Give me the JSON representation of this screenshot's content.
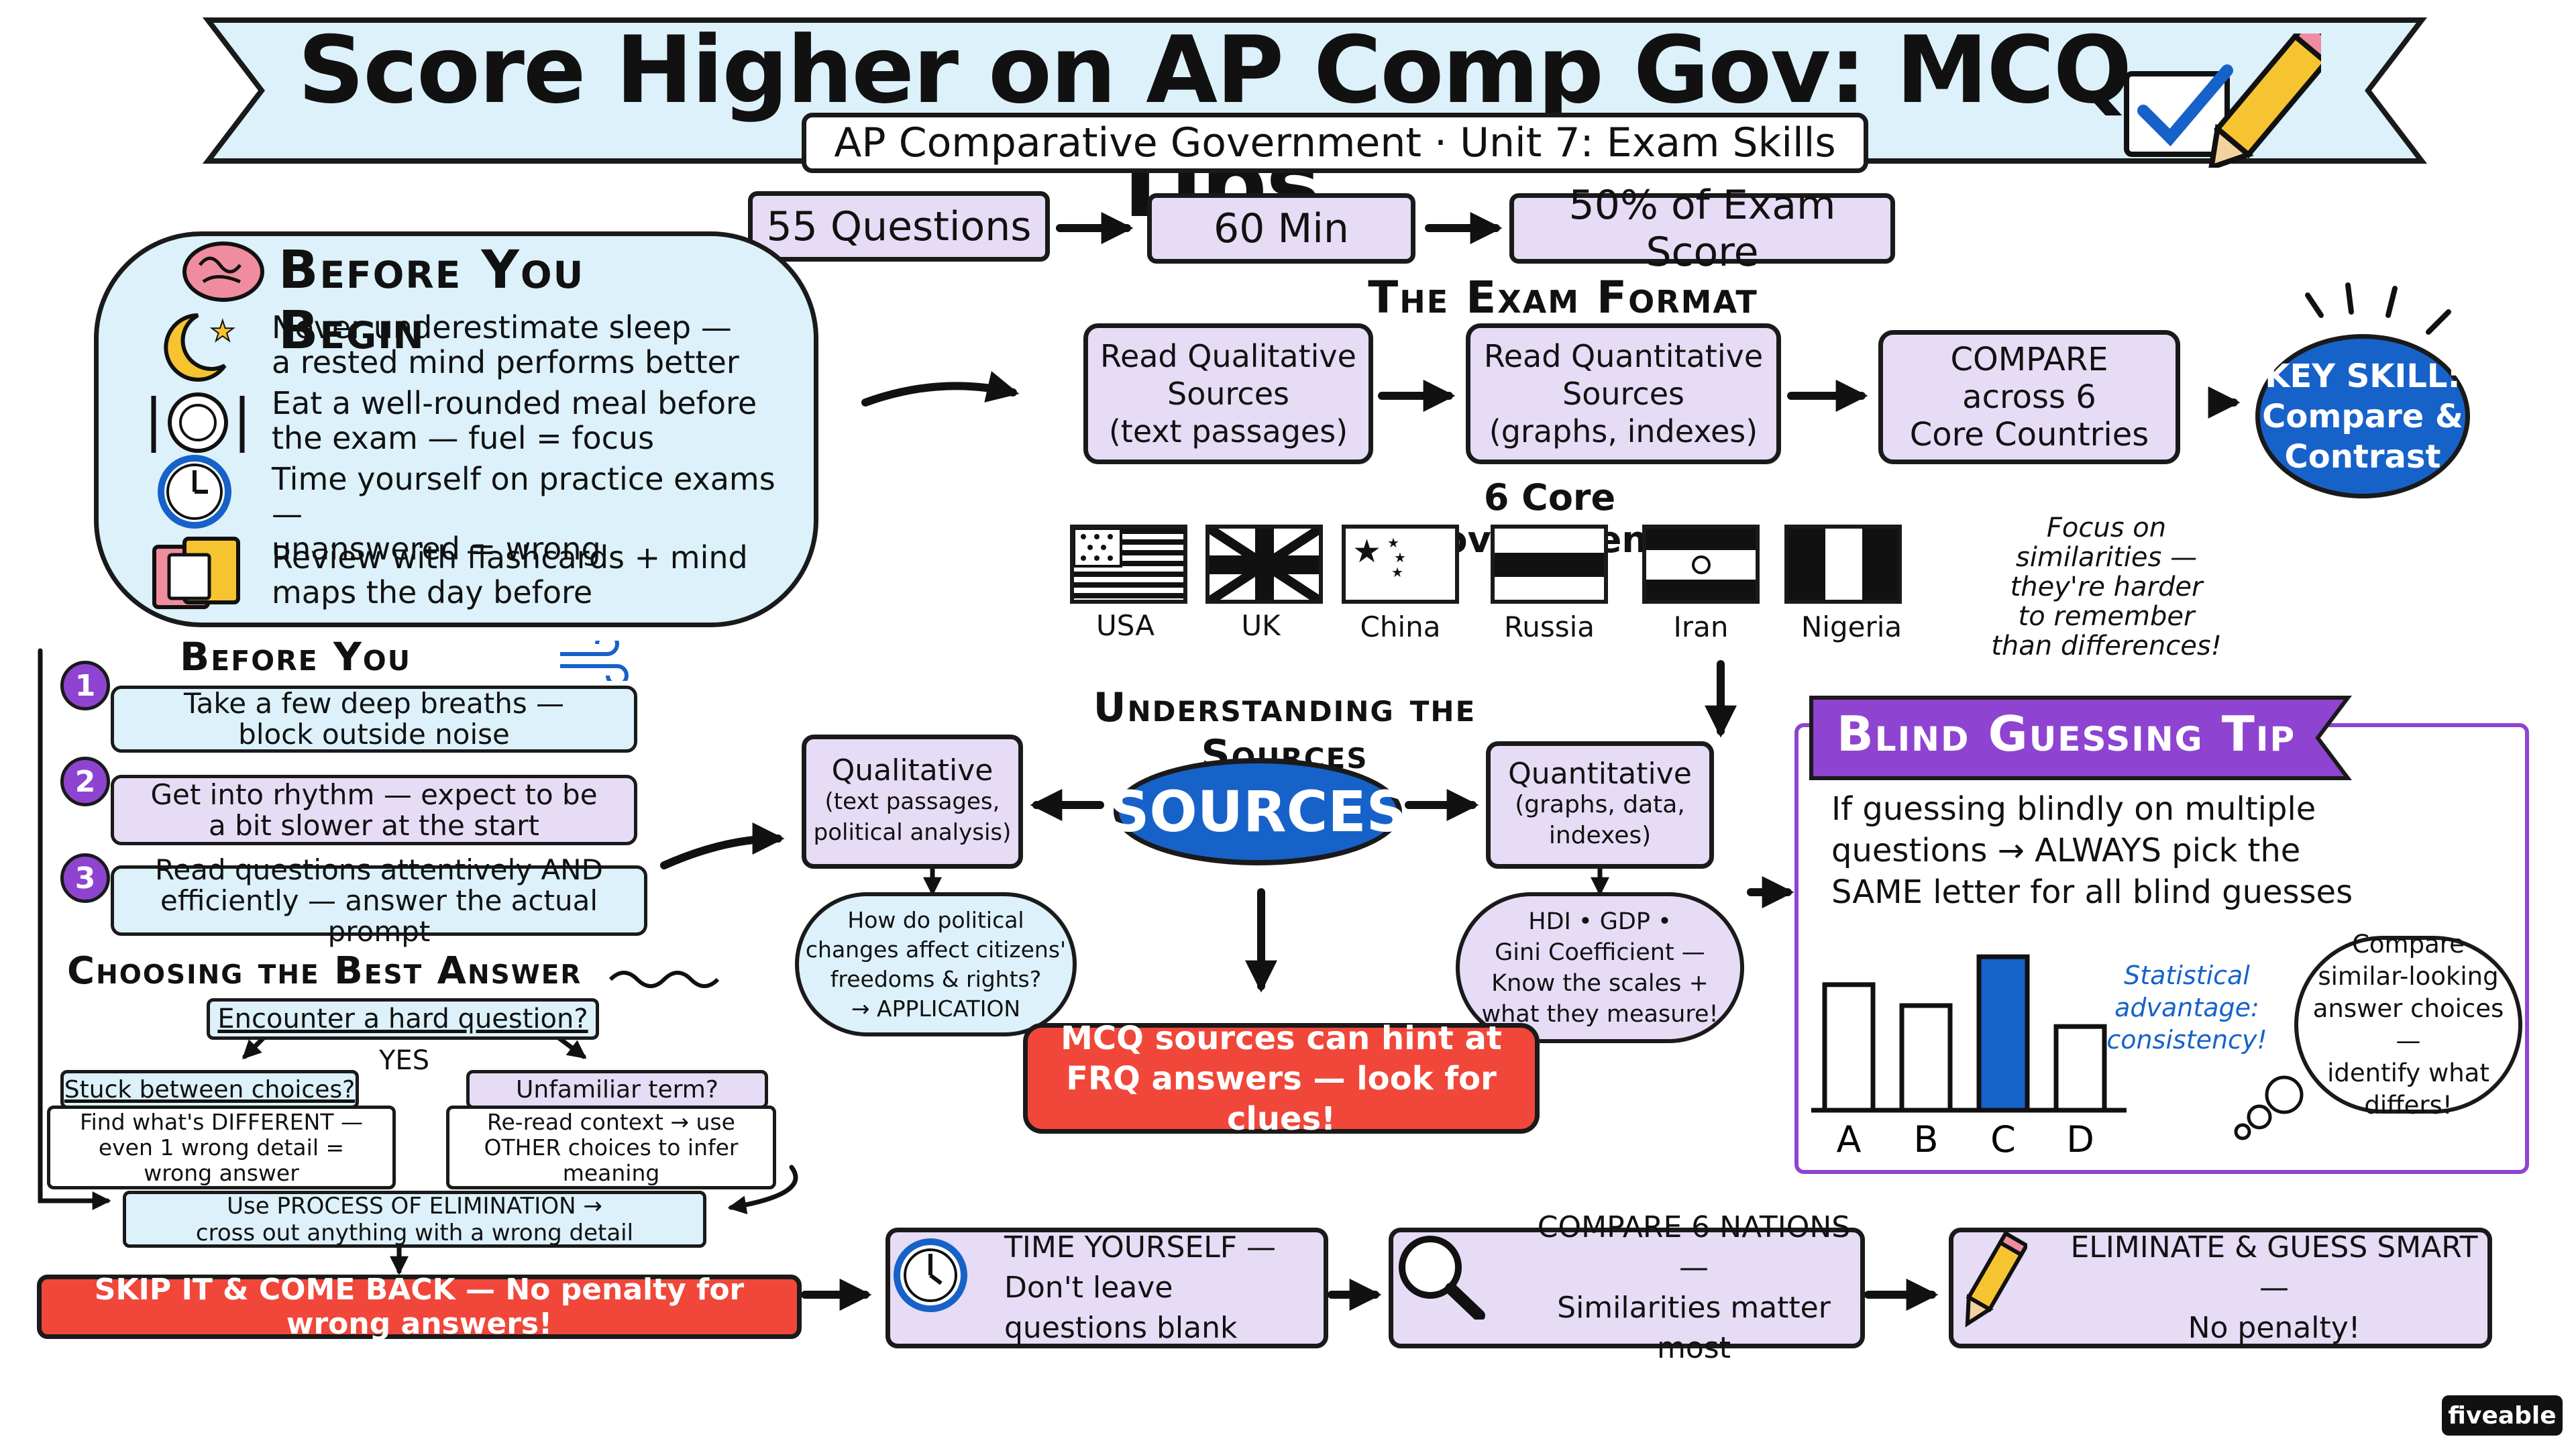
{
  "header": {
    "title": "Score Higher on AP Comp Gov: MCQ Tips",
    "subtitle": "AP Comparative Government · Unit 7: Exam Skills"
  },
  "stats": [
    "55 Questions",
    "60 Min",
    "50% of Exam Score"
  ],
  "before_begin": {
    "heading": "Before You Begin",
    "items": [
      {
        "icon": "moon-star-icon",
        "lines": [
          "Never underestimate sleep —",
          "a rested mind performs better"
        ]
      },
      {
        "icon": "plate-utensils-icon",
        "lines": [
          "Eat a well-rounded meal before",
          "the exam — fuel = focus"
        ]
      },
      {
        "icon": "clock-icon",
        "lines": [
          "Time yourself on practice exams —",
          "unanswered = wrong"
        ]
      },
      {
        "icon": "flashcards-icon",
        "lines": [
          "Review with flashcards + mind",
          "maps the day before"
        ]
      }
    ]
  },
  "exam_format": {
    "heading": "The Exam Format",
    "steps": [
      [
        "Read Qualitative",
        "Sources",
        "(text passages)"
      ],
      [
        "Read Quantitative",
        "Sources",
        "(graphs, indexes)"
      ],
      [
        "COMPARE",
        "across 6",
        "Core Countries"
      ]
    ],
    "key_skill": [
      "KEY SKILL:",
      "Compare &",
      "Contrast"
    ]
  },
  "core_governments": {
    "heading": "6 Core Governments",
    "countries": [
      "USA",
      "UK",
      "China",
      "Russia",
      "Iran",
      "Nigeria"
    ],
    "note": [
      "Focus on",
      "similarities —",
      "they're harder",
      "to remember",
      "than differences!"
    ]
  },
  "before_bubble": {
    "heading": "Before You Bubble",
    "steps": [
      {
        "n": "1",
        "lines": [
          "Take a few deep breaths —",
          "block outside noise"
        ]
      },
      {
        "n": "2",
        "lines": [
          "Get into rhythm — expect to be",
          "a bit slower at the start"
        ]
      },
      {
        "n": "3",
        "lines": [
          "Read questions attentively AND",
          "efficiently — answer the actual prompt"
        ]
      }
    ]
  },
  "choosing": {
    "heading": "Choosing the Best Answer",
    "question": "Encounter a hard question?",
    "yes": "YES",
    "left_label": "Stuck between choices?",
    "left_body": [
      "Find what's DIFFERENT —",
      "even 1 wrong detail =",
      "wrong answer"
    ],
    "right_label": "Unfamiliar term?",
    "right_body": [
      "Re-read context → use",
      "OTHER choices to infer",
      "meaning"
    ],
    "elimination": [
      "Use PROCESS OF ELIMINATION →",
      "cross out anything with a wrong detail"
    ],
    "skip": "SKIP IT & COME BACK — No penalty for wrong answers!"
  },
  "sources": {
    "heading": "Understanding the Sources",
    "center": "SOURCES",
    "qualitative": [
      "Qualitative",
      "(text passages,",
      "political analysis)"
    ],
    "quantitative": [
      "Quantitative",
      "(graphs, data,",
      "indexes)"
    ],
    "qual_cloud": [
      "How do political",
      "changes affect citizens'",
      "freedoms & rights?",
      "→ APPLICATION"
    ],
    "quant_cloud": [
      "HDI • GDP •",
      "Gini Coefficient —",
      "Know the scales +",
      "what they measure!"
    ],
    "hint": [
      "MCQ sources can hint at",
      "FRQ answers — look for clues!"
    ]
  },
  "blind_guess": {
    "heading": "Blind Guessing Tip",
    "text": [
      "If guessing blindly on multiple",
      "questions → ALWAYS pick the",
      "SAME letter for all blind guesses"
    ],
    "stat_note": [
      "Statistical",
      "advantage:",
      "consistency!"
    ],
    "cloud": [
      "Compare",
      "similar-looking",
      "answer choices —",
      "identify what",
      "differs!"
    ]
  },
  "chart_data": {
    "type": "bar",
    "categories": [
      "A",
      "B",
      "C",
      "D"
    ],
    "values": [
      0.72,
      0.6,
      0.88,
      0.48
    ],
    "highlight": "C",
    "colors": {
      "default": "#ffffff",
      "highlight": "#1762c9"
    }
  },
  "bottom_row": [
    {
      "icon": "stopwatch-icon",
      "lines": [
        "TIME YOURSELF —",
        "Don't leave questions blank"
      ]
    },
    {
      "icon": "magnifier-icon",
      "lines": [
        "COMPARE 6 NATIONS —",
        "Similarities matter most"
      ]
    },
    {
      "icon": "pencil-icon",
      "lines": [
        "ELIMINATE & GUESS SMART —",
        "No penalty!"
      ]
    }
  ],
  "brand": "fiveable"
}
